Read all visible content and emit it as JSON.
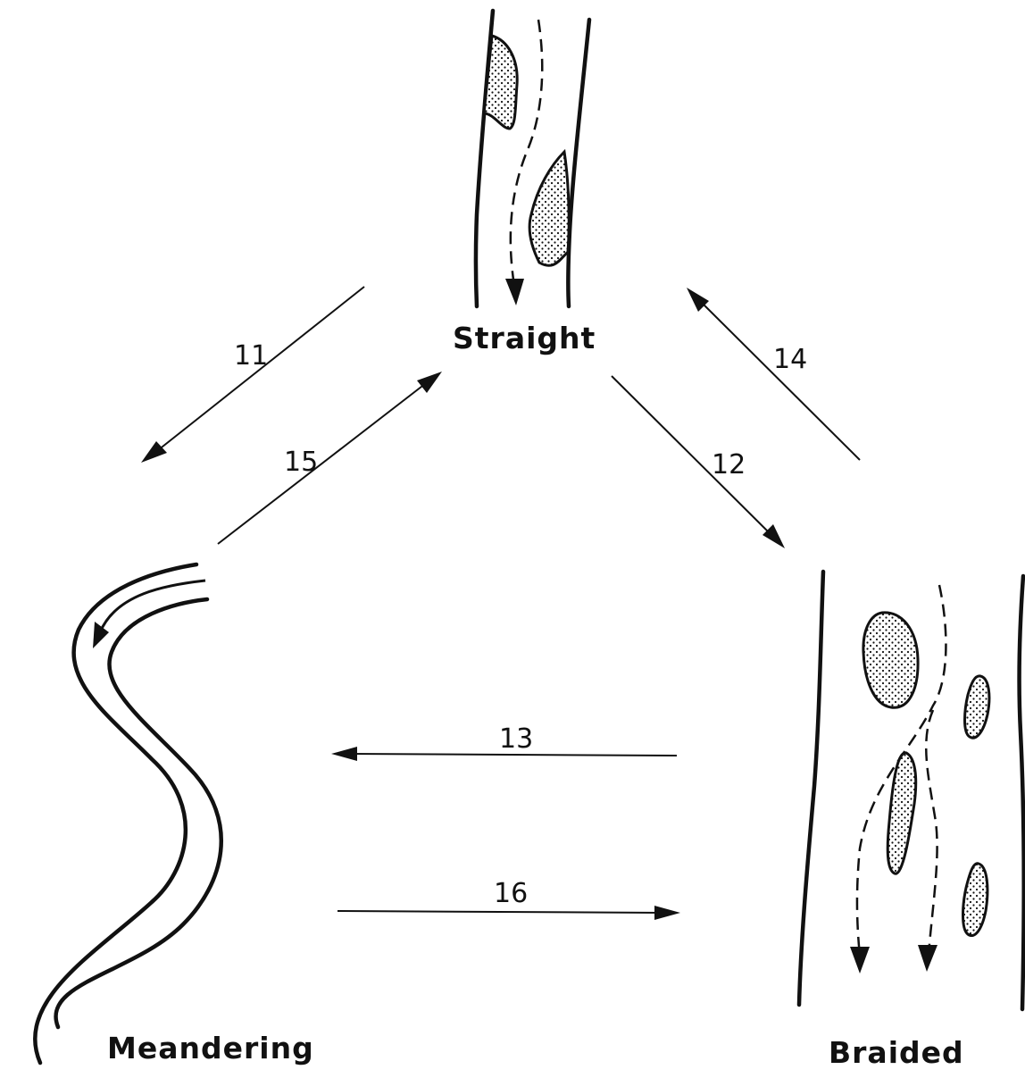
{
  "diagram": {
    "nodes": {
      "straight": "Straight",
      "meandering": "Meandering",
      "braided": "Braided"
    },
    "transitions": [
      {
        "label": "11",
        "from": "Straight",
        "to": "Meandering"
      },
      {
        "label": "15",
        "from": "Meandering",
        "to": "Straight"
      },
      {
        "label": "12",
        "from": "Straight",
        "to": "Braided"
      },
      {
        "label": "14",
        "from": "Braided",
        "to": "Straight"
      },
      {
        "label": "13",
        "from": "Braided",
        "to": "Meandering"
      },
      {
        "label": "16",
        "from": "Meandering",
        "to": "Braided"
      }
    ]
  }
}
